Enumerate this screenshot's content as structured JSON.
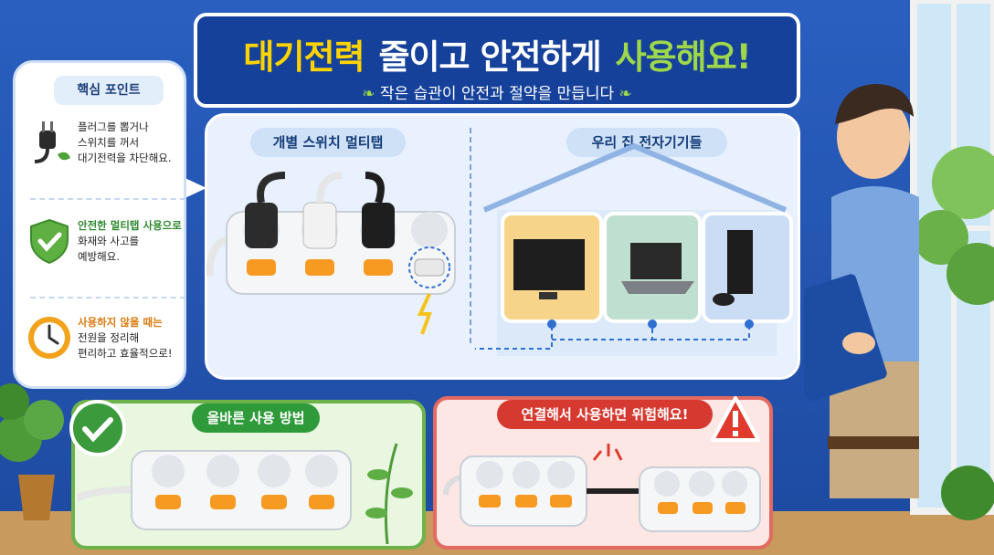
{
  "colors": {
    "background": "#1f4fa8",
    "title_yellow": "#ffd400",
    "title_green": "#9ed84a",
    "good_green": "#2f9a3a",
    "danger_red": "#d5392f"
  },
  "title": {
    "part1": "대기전력",
    "part2": "줄이고 안전하게",
    "part3": "사용해요!"
  },
  "subtitle": "작은 습관이 안전과 절약을 만듭니다",
  "key_points": {
    "title": "핵심 포인트",
    "items": [
      {
        "icon": "plug-icon",
        "lines": [
          "플러그를 뽑거나",
          "스위치를 꺼서",
          "대기전력을 차단해요."
        ]
      },
      {
        "icon": "shield-check-icon",
        "highlight": "안전한 멀티탭 사용으로",
        "lines": [
          "화재와 사고를",
          "예방해요."
        ]
      },
      {
        "icon": "clock-icon",
        "highlight": "사용하지 않을 때는",
        "lines": [
          "전원을 정리해",
          "편리하고 효율적으로!"
        ]
      }
    ]
  },
  "multitap_section": {
    "label": "개별 스위치 멀티탭"
  },
  "devices_section": {
    "label": "우리 집 전자기기들",
    "devices": [
      "tv-icon",
      "laptop-icon",
      "game-console-icon"
    ]
  },
  "good_usage": {
    "label": "올바른 사용 방법"
  },
  "bad_usage": {
    "label": "연결해서 사용하면 위험해요!"
  }
}
